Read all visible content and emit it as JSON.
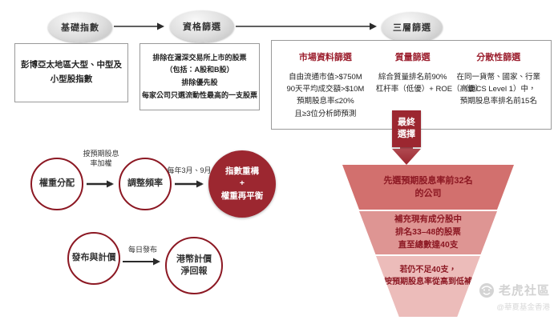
{
  "colors": {
    "accent_red": "#9c1f2e",
    "dark_circle_red": "#9c2730",
    "circle_outline_red": "#8c1823",
    "node_gray": "#d9d9d9",
    "funnel_layer1": "#d2706e",
    "funnel_layer2": "#de9593",
    "funnel_layer3": "#ecbcba"
  },
  "top_flow": {
    "node1": "基礎指數",
    "node2": "資格篩選",
    "node3": "三層篩選"
  },
  "base_box": {
    "line1": "彭博亞太地區大型、中型及",
    "line2": "小型股指數"
  },
  "eligibility_box": {
    "line1": "排除在滬深交易所上市的股票",
    "line2": "（包括：A股和B股）",
    "line3": "排除優先股",
    "line4": "每家公司只選流動性最高的一支股票"
  },
  "screen_box": {
    "col1": {
      "title": "市場資料篩選",
      "line1": "自由流通市值>$750M",
      "line2": "90天平均成交額>$10M",
      "line3": "預期股息率≤20%",
      "line4": "且≥3位分析師預測"
    },
    "col2": {
      "title": "質量篩選",
      "line1": "綜合質量排名前90%",
      "line2": "杠杆率（低優）+ ROE（高優）"
    },
    "col3": {
      "title": "分散性篩選",
      "line1": "在同一貨幣、國家、行業",
      "line2": "（BICS Level 1）中，",
      "line3": "預期股息率排名前15名"
    }
  },
  "weight_flow": {
    "node1": "權重分配",
    "arrow1_label": "按預期股息率加權",
    "node2": "調整頻率",
    "arrow2_label": "每年3月、9月",
    "node3_line1": "指數重構",
    "node3_line2": "+",
    "node3_line3": "權重再平衡"
  },
  "publish_flow": {
    "node1": "發布與計價",
    "arrow_label": "每日發布",
    "node2_line1": "港幣計價",
    "node2_line2": "淨回報"
  },
  "funnel": {
    "ribbon_line1": "最終",
    "ribbon_line2": "選擇",
    "layer1_line1": "先選預期股息率前32名",
    "layer1_line2": "的公司",
    "layer2_line1": "補充現有成分股中",
    "layer2_line2": "排名33–48的股票",
    "layer2_line3": "直至總數達40支",
    "layer3_line1": "若仍不足40支，",
    "layer3_line2": "則按預期股息率從高到低補足"
  },
  "watermark": {
    "brand": "老虎社區",
    "handle": "@華夏基金香港"
  }
}
